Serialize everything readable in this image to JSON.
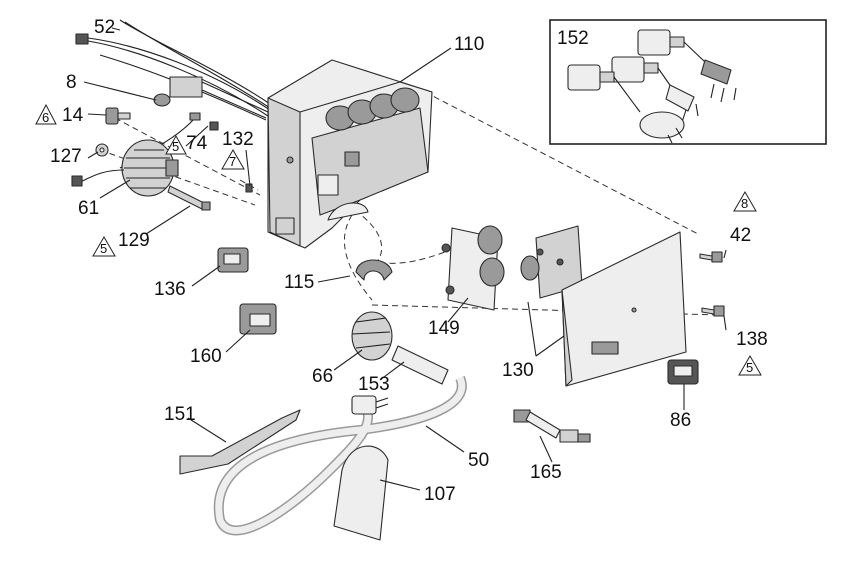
{
  "diagram": {
    "inset_label": "152",
    "callouts": [
      {
        "id": "52",
        "text": "52"
      },
      {
        "id": "8",
        "text": "8"
      },
      {
        "id": "14",
        "text": "14"
      },
      {
        "id": "127",
        "text": "127"
      },
      {
        "id": "74",
        "text": "74"
      },
      {
        "id": "132",
        "text": "132"
      },
      {
        "id": "110",
        "text": "110"
      },
      {
        "id": "61",
        "text": "61"
      },
      {
        "id": "129",
        "text": "129"
      },
      {
        "id": "136",
        "text": "136"
      },
      {
        "id": "115",
        "text": "115"
      },
      {
        "id": "149",
        "text": "149"
      },
      {
        "id": "130",
        "text": "130"
      },
      {
        "id": "42",
        "text": "42"
      },
      {
        "id": "138",
        "text": "138"
      },
      {
        "id": "160",
        "text": "160"
      },
      {
        "id": "66",
        "text": "66"
      },
      {
        "id": "153",
        "text": "153"
      },
      {
        "id": "86",
        "text": "86"
      },
      {
        "id": "151",
        "text": "151"
      },
      {
        "id": "50",
        "text": "50"
      },
      {
        "id": "165",
        "text": "165"
      },
      {
        "id": "107",
        "text": "107"
      }
    ],
    "warning_triangles": [
      {
        "id": "t6",
        "text": "6"
      },
      {
        "id": "t5a",
        "text": "5"
      },
      {
        "id": "t7",
        "text": "7"
      },
      {
        "id": "t5b",
        "text": "5"
      },
      {
        "id": "t8",
        "text": "8"
      },
      {
        "id": "t5c",
        "text": "5"
      }
    ]
  }
}
